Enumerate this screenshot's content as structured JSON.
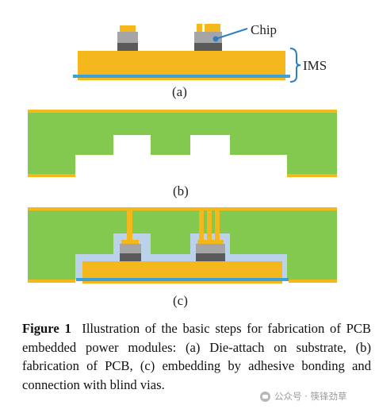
{
  "figure": {
    "labels": {
      "chip": "Chip",
      "ims": "IMS",
      "panel_a": "(a)",
      "panel_b": "(b)",
      "panel_c": "(c)"
    },
    "colors": {
      "copper": "#f5b81c",
      "dielectric": "#c3d931",
      "substrate_edge": "#3da0d8",
      "pcb_green": "#84c94f",
      "adhesive": "#bcd1ea",
      "chip_grey": "#9e9e9e",
      "chip_dark": "#555555",
      "leader_blue": "#2f7fc2"
    }
  },
  "caption": {
    "bold": "Figure 1",
    "text": "Illustration of the basic steps for fabrication of PCB embedded power modules: (a) Die-attach on substrate, (b) fabrication of PCB, (c) embedding by adhesive bonding and connection with blind vias."
  },
  "watermark": {
    "text": "公众号 · 筷锋劲草"
  }
}
